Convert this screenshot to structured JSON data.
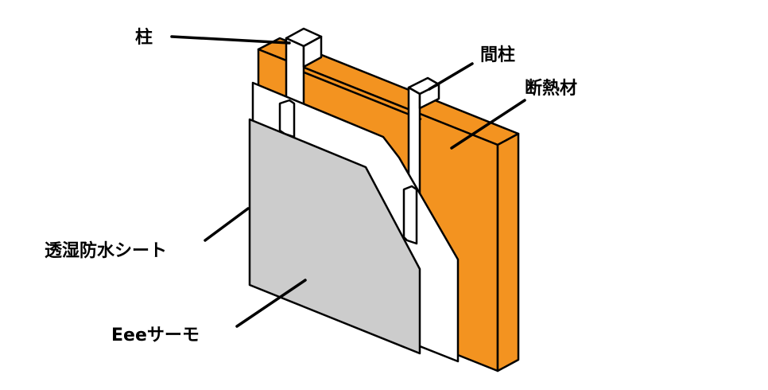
{
  "labels": {
    "pillar": "柱",
    "stud": "間柱",
    "insulation": "断熱材",
    "moisture_sheet": "透湿防水シート",
    "board": "Eeeサーモ"
  },
  "colors": {
    "insulation_face": "#f39320",
    "insulation_side": "#f39320",
    "wood": "#ffffff",
    "sheet": "#ffffff",
    "board": "#cccccc",
    "line": "#000000"
  }
}
